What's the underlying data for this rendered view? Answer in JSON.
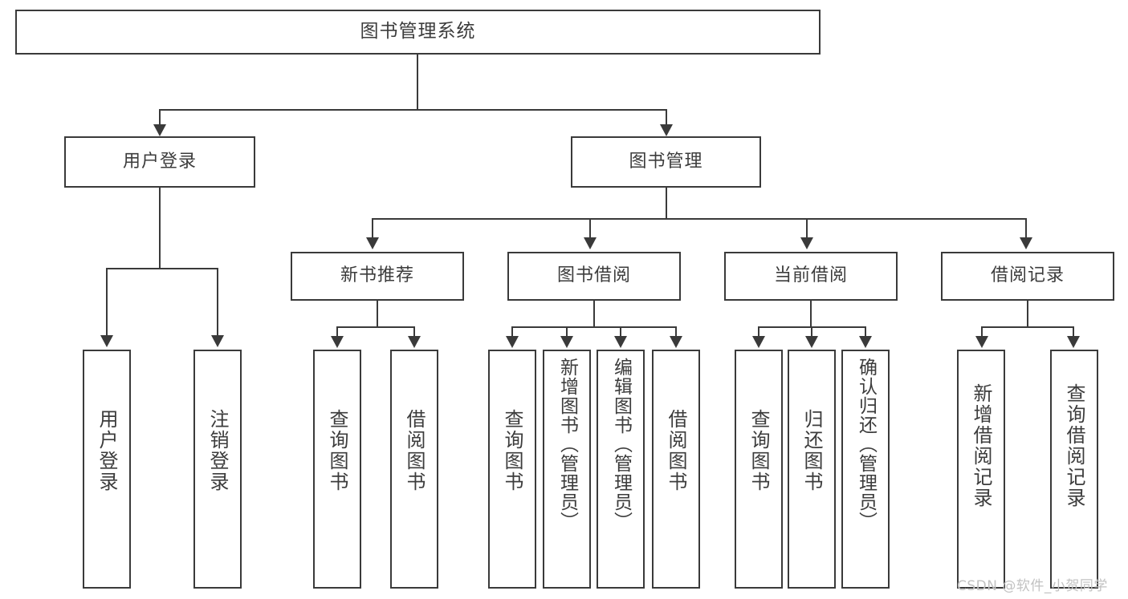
{
  "diagram": {
    "type": "tree-hierarchy-chart",
    "title": "图书管理系统",
    "colors": {
      "stroke": "#3a3a3a",
      "text": "#3c3c3c",
      "background": "#ffffff",
      "watermark": "#c2c2c2"
    },
    "levels": {
      "root": {
        "label": "图书管理系统"
      },
      "level2": [
        {
          "label": "用户登录"
        },
        {
          "label": "图书管理"
        }
      ],
      "level3": [
        {
          "label": "新书推荐"
        },
        {
          "label": "图书借阅"
        },
        {
          "label": "当前借阅"
        },
        {
          "label": "借阅记录"
        }
      ],
      "leaves": {
        "user_login": [
          {
            "label": "用户登录"
          },
          {
            "label": "注销登录"
          }
        ],
        "new_book_recommend": [
          {
            "label": "查询图书"
          },
          {
            "label": "借阅图书"
          }
        ],
        "book_borrow": [
          {
            "label": "查询图书"
          },
          {
            "label": "新增图书（管理员）"
          },
          {
            "label": "编辑图书（管理员）"
          },
          {
            "label": "借阅图书"
          }
        ],
        "current_borrow": [
          {
            "label": "查询图书"
          },
          {
            "label": "归还图书"
          },
          {
            "label": "确认归还（管理员）"
          }
        ],
        "borrow_record": [
          {
            "label": "新增借阅记录"
          },
          {
            "label": "查询借阅记录"
          }
        ]
      }
    },
    "watermark": "CSDN @软件_小贺同学"
  }
}
